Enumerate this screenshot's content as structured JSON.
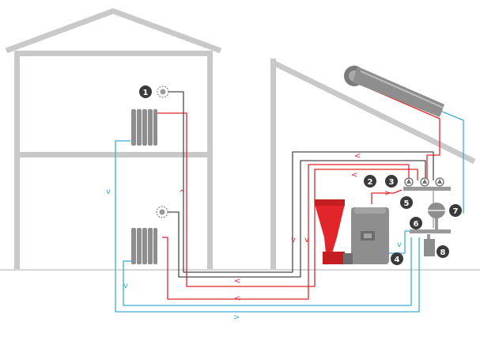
{
  "colors": {
    "structure": "#c9c9c9",
    "hot": "#e2242b",
    "cold": "#3aaed8",
    "pipe_dark": "#4a4a4a",
    "equipment": "#9a9a9a",
    "equipment_dark": "#6d6d6d",
    "hopper": "#e2242b",
    "callout": "#3a3a3a",
    "ground": "#bdbdbd"
  },
  "icons": {
    "radiator": "radiator-icon",
    "thermostat": "thermostat-icon",
    "pump": "pump-icon",
    "solar_collector": "solar-collector-icon",
    "boiler": "boiler-icon",
    "pellet_hopper": "pellet-hopper-icon",
    "expansion_vessel": "expansion-vessel-icon",
    "tank": "buffer-tank-icon"
  },
  "callouts": [
    "1",
    "2",
    "3",
    "4",
    "5",
    "6",
    "7",
    "8"
  ],
  "flow_arrows": {
    "hot_return_left": "<",
    "hot_up": "^",
    "hot_down": "v",
    "hot_right": ">",
    "cold_down": "v",
    "cold_right": ">"
  }
}
